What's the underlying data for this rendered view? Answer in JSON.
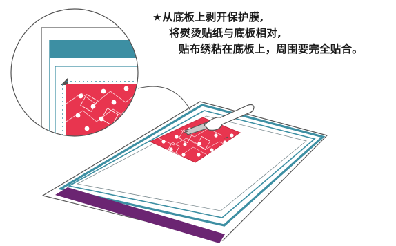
{
  "instruction": {
    "line_1": "★从底板上剥开保护膜,",
    "line_2": "将熨烫贴纸与底板相对,",
    "line_3": "贴布绣粘在底板上，周围要完全贴合。"
  },
  "colors": {
    "teal_frame": "#3d8fa3",
    "sticker_pink": "#e8354f",
    "purple_strip": "#6b2572",
    "outline_gray": "#555555",
    "dot_white": "#ffffff"
  },
  "icons": {
    "star": "star-icon",
    "spatula": "spatula-icon"
  }
}
